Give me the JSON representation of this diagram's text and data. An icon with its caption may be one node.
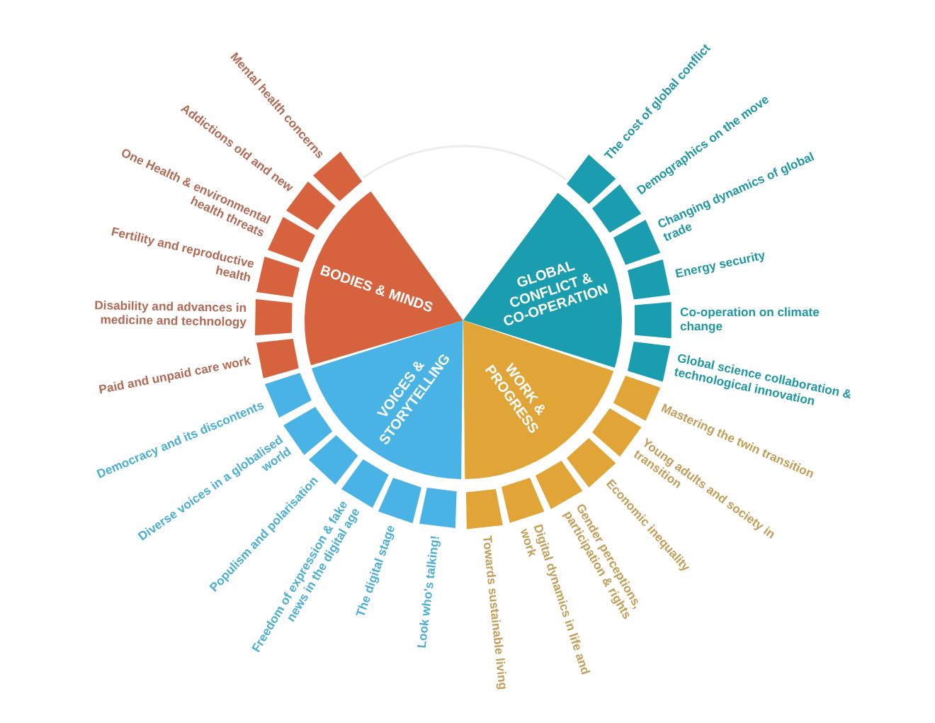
{
  "diagram": {
    "nodes": [
      {
        "text": [
          "BODIES & MINDS"
        ]
      },
      {
        "text": [],
        "shape": "box",
        "beside": [
          "Mental health concerns"
        ]
      },
      {
        "text": [],
        "shape": "box",
        "beside": [
          "Addictions old and new"
        ]
      },
      {
        "text": [],
        "shape": "box",
        "beside": [
          "One Health & environmental health threats"
        ]
      },
      {
        "text": [],
        "shape": "box",
        "beside": [
          "Fertility and reproductive health"
        ]
      },
      {
        "text": [],
        "shape": "box",
        "beside": [
          "Disability and advances in medicine and technology"
        ]
      },
      {
        "text": [],
        "shape": "box",
        "beside": [
          "Paid and unpaid care work"
        ]
      },
      {
        "text": [
          "GLOBAL CONFLICT & CO-OPERATION"
        ]
      },
      {
        "text": [],
        "shape": "box",
        "beside": [
          "The cost of global conflict"
        ]
      },
      {
        "text": [],
        "shape": "box",
        "beside": [
          "Demographics on the move"
        ]
      },
      {
        "text": [],
        "shape": "box",
        "beside": [
          "Changing dynamics of global trade"
        ]
      },
      {
        "text": [],
        "shape": "box",
        "beside": [
          "Energy security"
        ]
      },
      {
        "text": [],
        "shape": "box",
        "beside": [
          "Co-operation on climate change"
        ]
      },
      {
        "text": [],
        "shape": "box",
        "beside": [
          "Global science collaboration & technological innovation"
        ]
      },
      {
        "text": [
          "WORK & PROGRESS"
        ]
      },
      {
        "text": [],
        "shape": "box",
        "beside": [
          "Mastering the twin transition"
        ]
      },
      {
        "text": [],
        "shape": "box",
        "beside": [
          "Young adults and society in transition"
        ]
      },
      {
        "text": [],
        "shape": "box",
        "beside": [
          "Economic inequality"
        ]
      },
      {
        "text": [],
        "shape": "box",
        "beside": [
          "Gender perceptions, participation & rights"
        ]
      },
      {
        "text": [],
        "shape": "box",
        "beside": [
          "Digital dynamics in life and work"
        ]
      },
      {
        "text": [],
        "shape": "box",
        "beside": [
          "Towards sustainable living"
        ]
      },
      {
        "text": [
          "VOICES & STORYTELLING"
        ]
      },
      {
        "text": [],
        "shape": "box",
        "beside": [
          "Democracy and its discontents"
        ]
      },
      {
        "text": [],
        "shape": "box",
        "beside": [
          "Diverse voices in a globalised world"
        ]
      },
      {
        "text": [],
        "shape": "box",
        "beside": [
          "Populism and polarisation"
        ]
      },
      {
        "text": [],
        "shape": "box",
        "beside": [
          "Freedom of expression & fake news in the digital age"
        ]
      },
      {
        "text": [],
        "shape": "box",
        "beside": [
          "The digital stage"
        ]
      },
      {
        "text": [],
        "shape": "box",
        "beside": [
          "Look who's talking!"
        ]
      }
    ]
  }
}
